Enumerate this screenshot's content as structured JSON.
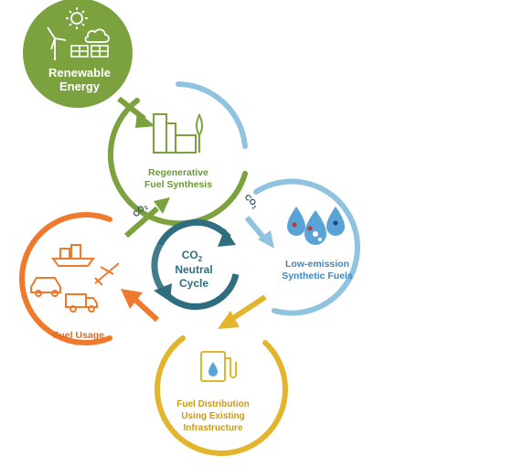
{
  "nodes": {
    "renewable": {
      "line1": "Renewable",
      "line2": "Energy",
      "color": "#7ba23f"
    },
    "regenerative": {
      "line1": "Regenerative",
      "line2": "Fuel Synthesis",
      "color": "#7ba23f",
      "text_color": "#6a9a35"
    },
    "synthetic": {
      "line1": "Low-emission",
      "line2": "Synthetic Fuels",
      "color": "#8fc3e0",
      "text_color": "#3f87c0"
    },
    "distribution": {
      "line1": "Fuel Distribution",
      "line2": "Using Existing",
      "line3": "Infrastructure",
      "color": "#e3b52d",
      "text_color": "#c89a1c"
    },
    "usage": {
      "line1": "Fuel Usage",
      "color": "#ef7a2e",
      "text_color": "#e06a1e"
    }
  },
  "center": {
    "line1": "CO",
    "sub": "2",
    "line2": "Neutral",
    "line3": "Cycle",
    "color": "#2f6e7e"
  },
  "co2_labels": {
    "left": "CO",
    "right": "CO",
    "sub": "2"
  }
}
